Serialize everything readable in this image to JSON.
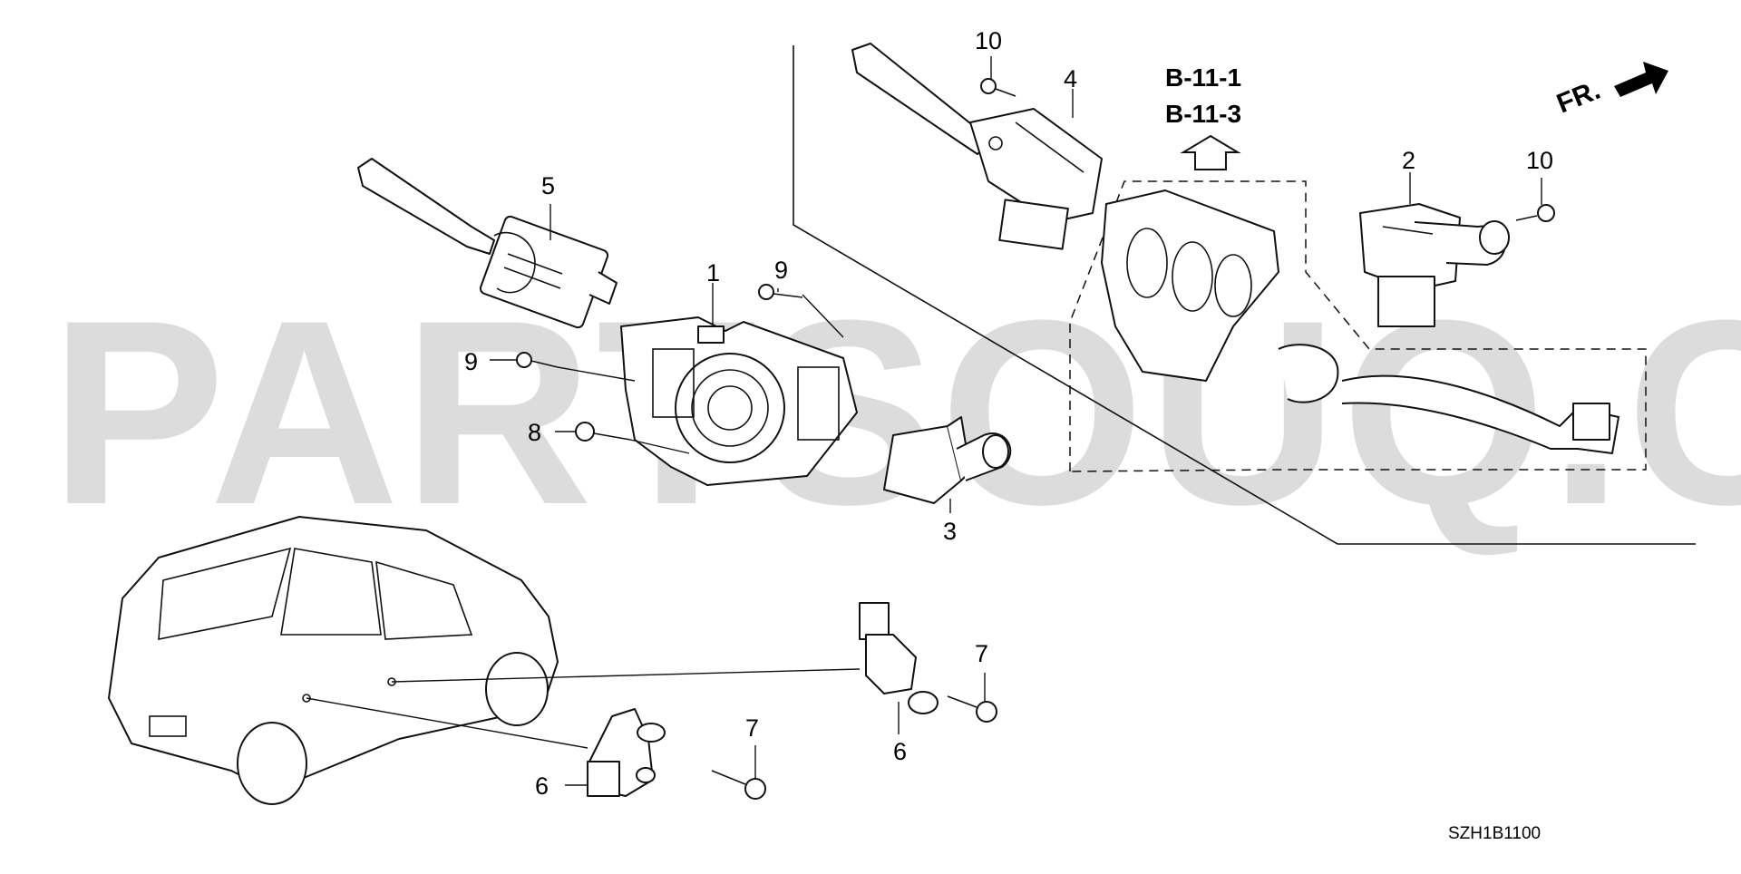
{
  "diagram": {
    "watermark": "PARTSOUQ.COM",
    "direction_label": "FR.",
    "drawing_code": "SZH1B1100",
    "references": [
      "B-11-1",
      "B-11-3"
    ],
    "callouts": {
      "c1": "1",
      "c2": "2",
      "c3": "3",
      "c4": "4",
      "c5": "5",
      "c6a": "6",
      "c6b": "6",
      "c7a": "7",
      "c7b": "7",
      "c8": "8",
      "c9a": "9",
      "c9b": "9",
      "c10a": "10",
      "c10b": "10"
    },
    "colors": {
      "line": "#111111",
      "watermark": "#dcdcdc",
      "background": "#ffffff"
    }
  }
}
